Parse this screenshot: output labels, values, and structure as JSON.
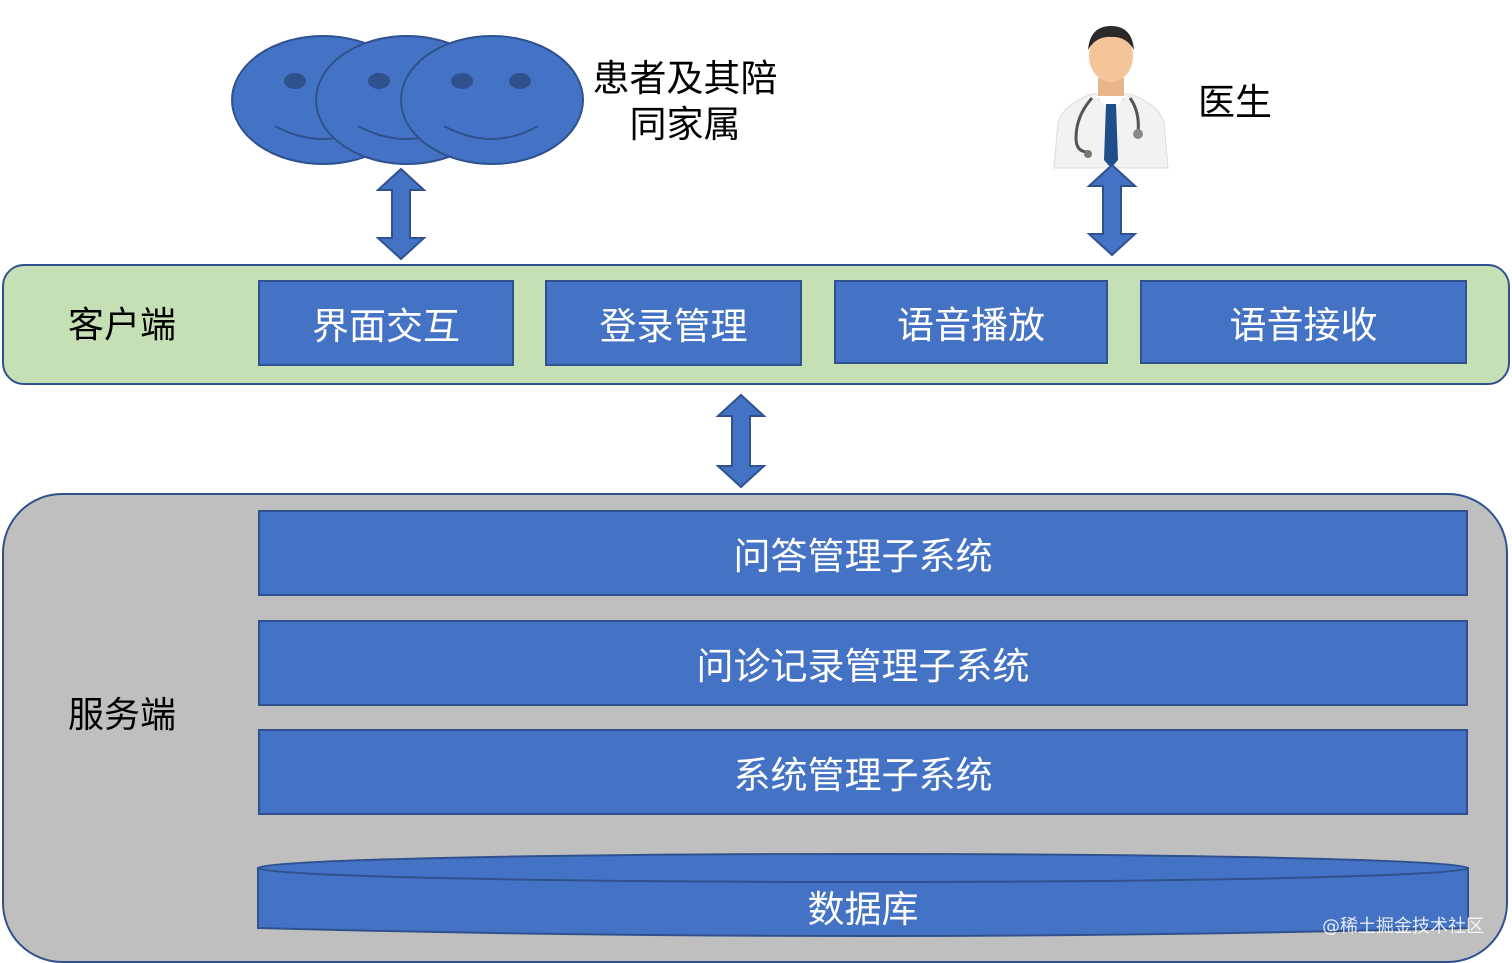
{
  "actors": {
    "patients_label_line1": "患者及其陪",
    "patients_label_line2": "同家属",
    "doctor_label": "医生"
  },
  "client": {
    "label": "客户端",
    "modules": [
      "界面交互",
      "登录管理",
      "语音播放",
      "语音接收"
    ]
  },
  "server": {
    "label": "服务端",
    "subsystems": [
      "问答管理子系统",
      "问诊记录管理子系统",
      "系统管理子系统"
    ],
    "database": "数据库"
  },
  "watermark": "@稀土掘金技术社区",
  "colors": {
    "module_fill": "#4472c4",
    "module_border": "#2f528f",
    "client_fill": "#c5e0b4",
    "server_fill": "#bfbfbf"
  }
}
